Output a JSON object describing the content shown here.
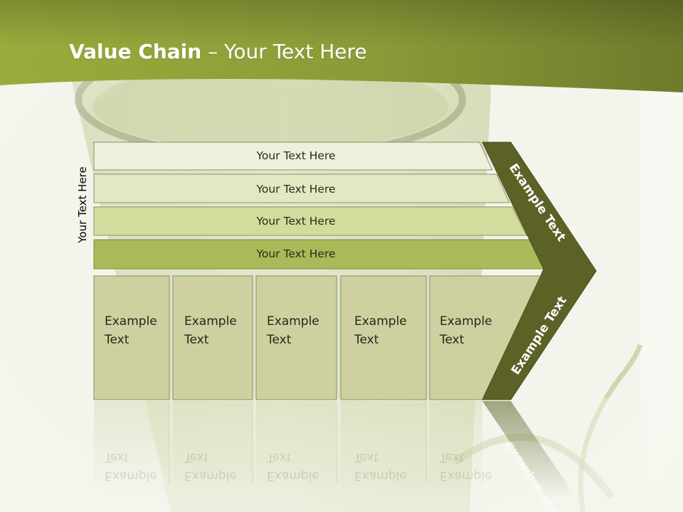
{
  "slide": {
    "title_bold": "Value Chain",
    "title_rest": " – Your Text Here",
    "side_label": "Your Text Here",
    "bars": [
      {
        "label": "Your Text Here"
      },
      {
        "label": "Your Text Here"
      },
      {
        "label": "Your Text Here"
      },
      {
        "label": "Your Text Here"
      }
    ],
    "columns": [
      {
        "label": "Example\nText"
      },
      {
        "label": "Example\nText"
      },
      {
        "label": "Example\nText"
      },
      {
        "label": "Example\nText"
      },
      {
        "label": "Example\nText"
      }
    ],
    "chevron_upper": "Example Text",
    "chevron_lower": "Example Text"
  },
  "colors": {
    "header_green": "#8a9a35",
    "bar_1": "#eef0dc",
    "bar_2": "#e3e8c4",
    "bar_3": "#d3dc9c",
    "bar_4": "#a9ba58",
    "column_fill": "#cfd0a0",
    "chevron_dark": "#5c6126"
  }
}
